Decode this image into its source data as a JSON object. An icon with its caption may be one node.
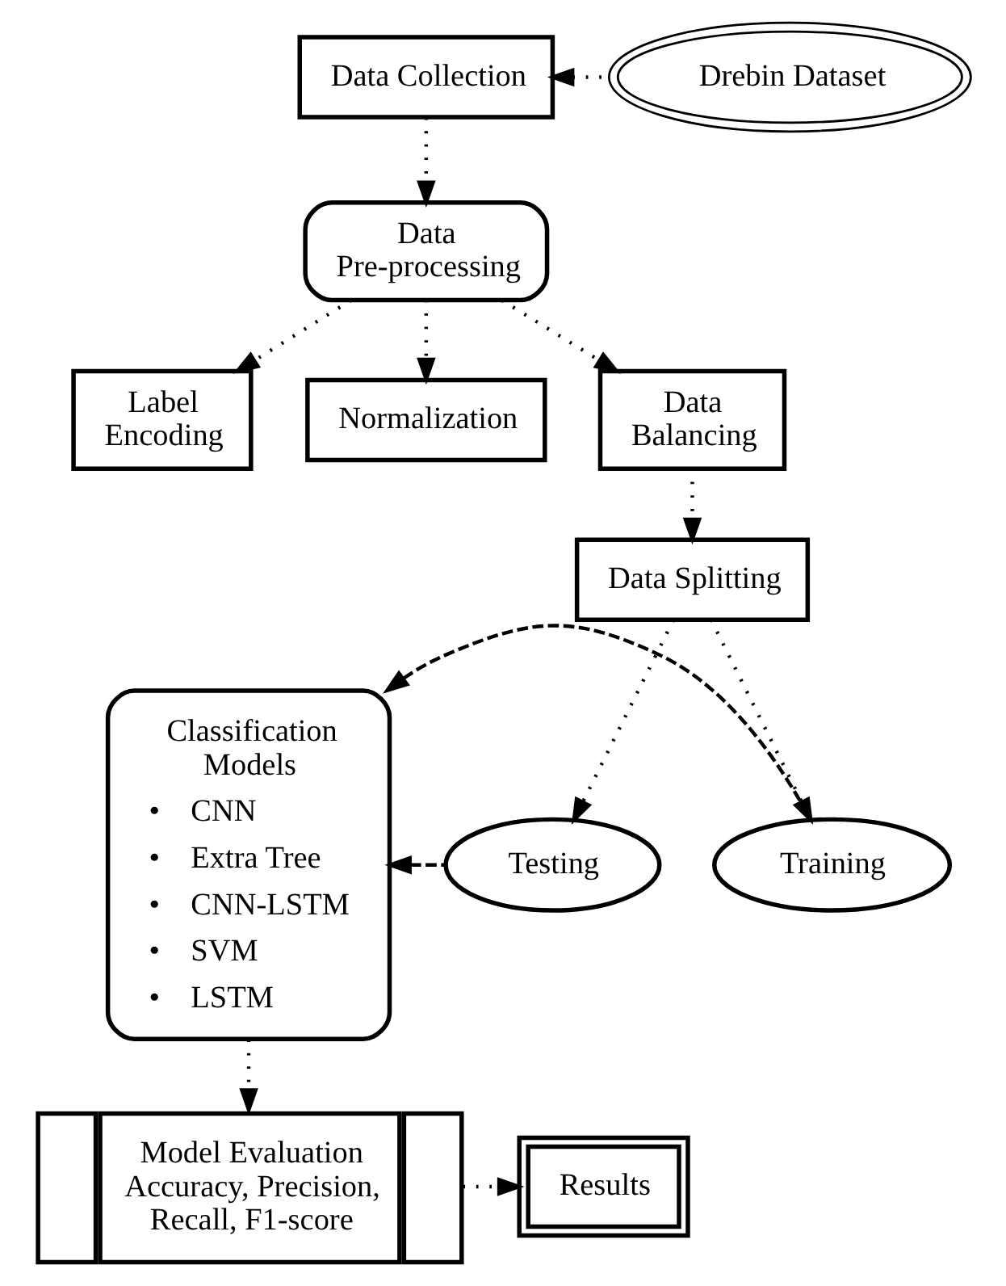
{
  "diagram": {
    "nodes": [
      {
        "text": [
          "Drebin Dataset"
        ]
      },
      {
        "text": [
          "Data Collection"
        ]
      },
      {
        "text": [
          "Data Pre-processing"
        ]
      },
      {
        "text": [
          "Label Encoding"
        ]
      },
      {
        "text": [
          "Normalization"
        ]
      },
      {
        "text": [
          "Data Balancing"
        ]
      },
      {
        "text": [
          "Data Splitting"
        ]
      },
      {
        "text": [
          "Training"
        ]
      },
      {
        "text": [
          "Testing"
        ]
      },
      {
        "text": [
          "Classification Models",
          "•    CNN",
          "•    Extra Tree",
          "•    CNN-LSTM",
          "•    SVM",
          "•    LSTM"
        ]
      },
      {
        "text": [
          "Model Evaluation",
          "Accuracy, Precision, Recall, F1-score"
        ]
      },
      {
        "text": [
          "Results"
        ]
      }
    ],
    "edges": [
      {
        "from": 0,
        "to": 1,
        "arrow": "to"
      },
      {
        "from": 1,
        "to": 2,
        "arrow": "to"
      },
      {
        "from": 2,
        "to": 3,
        "arrow": "to"
      },
      {
        "from": 2,
        "to": 4,
        "arrow": "to"
      },
      {
        "from": 2,
        "to": 5,
        "arrow": "to"
      },
      {
        "from": 5,
        "to": 6,
        "arrow": "to"
      },
      {
        "from": 6,
        "to": 7,
        "arrow": "to"
      },
      {
        "from": 6,
        "to": 8,
        "arrow": "to"
      },
      {
        "from": 7,
        "to": 9,
        "arrow": "to",
        "style": "dashed"
      },
      {
        "from": 8,
        "to": 9,
        "arrow": "to",
        "style": "dashed"
      },
      {
        "from": 9,
        "to": 10,
        "arrow": "to"
      },
      {
        "from": 10,
        "to": 11,
        "arrow": "to"
      }
    ]
  }
}
